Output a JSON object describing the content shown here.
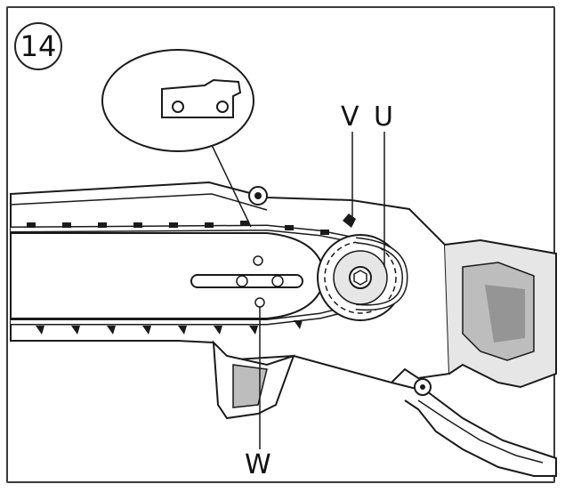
{
  "figure": {
    "step_number": "14",
    "callouts": {
      "u": "U",
      "v": "V",
      "w": "W"
    }
  },
  "colors": {
    "line": "#1a1a1a",
    "shade": "#bdbdbd",
    "fill": "#e6e6e6",
    "dark": "#4a4a4a"
  }
}
